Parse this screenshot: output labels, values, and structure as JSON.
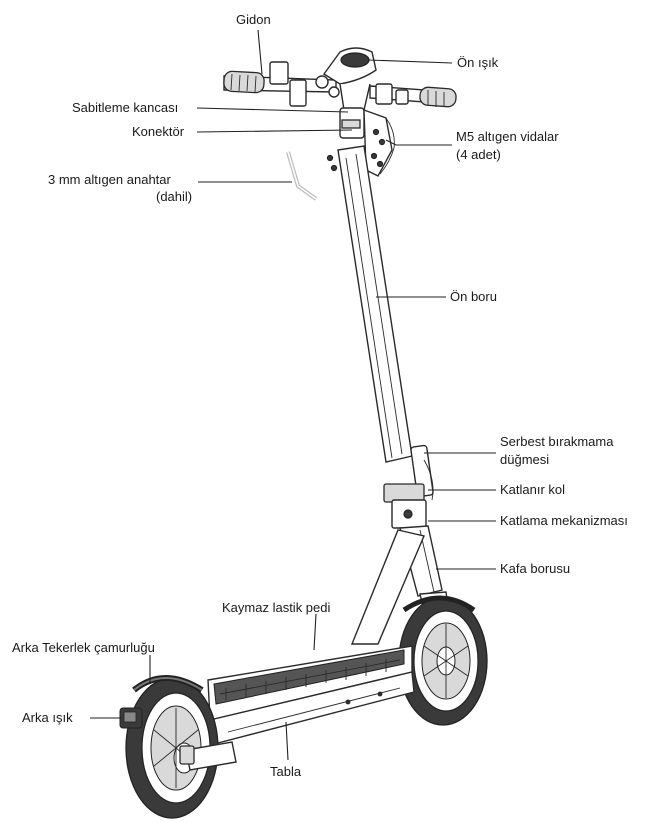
{
  "labels": {
    "gidon": "Gidon",
    "on_isik": "Ön ışık",
    "sabitleme_kancasi": "Sabitleme kancası",
    "konektor": "Konektör",
    "m5_vidalar_1": "M5 altıgen vidalar",
    "m5_vidalar_2": "(4 adet)",
    "anahtar_1": "3 mm altıgen anahtar",
    "anahtar_2": "(dahil)",
    "on_boru": "Ön boru",
    "serbest_1": "Serbest bırakmama",
    "serbest_2": "düğmesi",
    "katlanir_kol": "Katlanır kol",
    "katlama_mekanizmasi": "Katlama mekanizması",
    "kafa_borusu": "Kafa borusu",
    "kaymaz_pedi": "Kaymaz lastik pedi",
    "arka_camurlugu": "Arka Tekerlek çamurluğu",
    "arka_isik": "Arka ışık",
    "tabla": "Tabla"
  }
}
